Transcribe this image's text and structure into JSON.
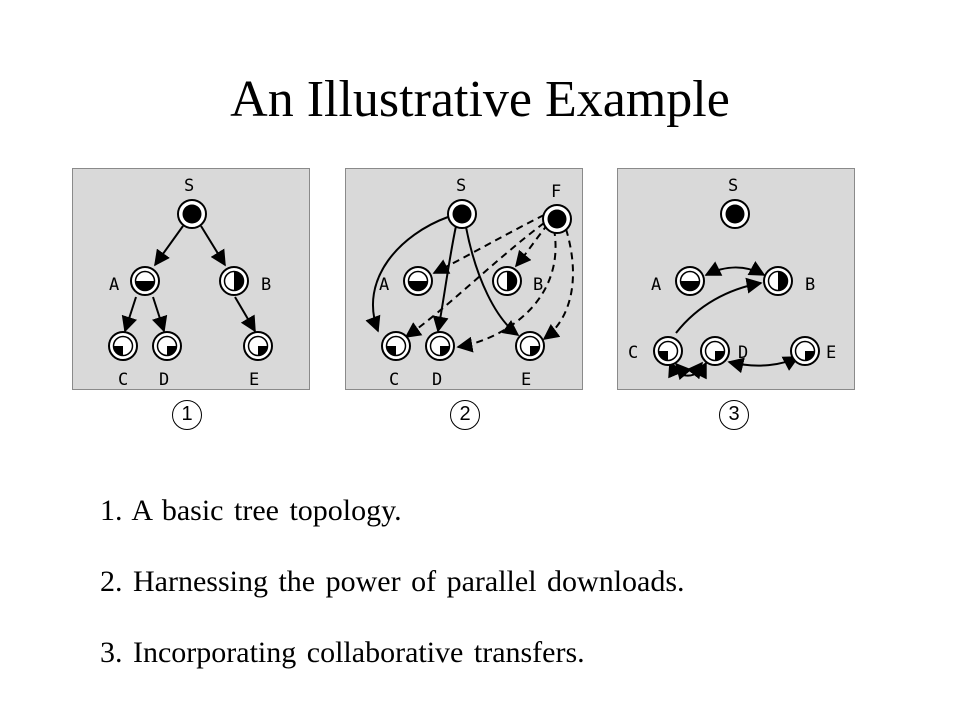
{
  "slide": {
    "title": "An Illustrative Example"
  },
  "panels": [
    {
      "badge": "1",
      "labels": {
        "s": "S",
        "a": "A",
        "b": "B",
        "c": "C",
        "d": "D",
        "e": "E"
      }
    },
    {
      "badge": "2",
      "labels": {
        "s": "S",
        "f": "F",
        "a": "A",
        "b": "B",
        "c": "C",
        "d": "D",
        "e": "E"
      }
    },
    {
      "badge": "3",
      "labels": {
        "s": "S",
        "a": "A",
        "b": "B",
        "c": "C",
        "d": "D",
        "e": "E"
      }
    }
  ],
  "captions": [
    "1. A basic tree topology.",
    "2. Harnessing the power of parallel downloads.",
    "3. Incorporating collaborative transfers."
  ]
}
